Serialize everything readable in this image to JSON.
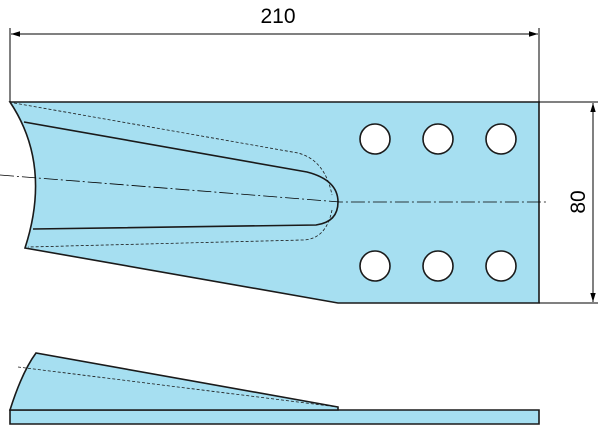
{
  "drawing": {
    "dimensions": {
      "length": "210",
      "width": "80"
    },
    "colors": {
      "part_fill": "#a6dff1",
      "outline": "#1a1a1a",
      "hole_fill": "#ffffff"
    },
    "hole_count": 6
  }
}
